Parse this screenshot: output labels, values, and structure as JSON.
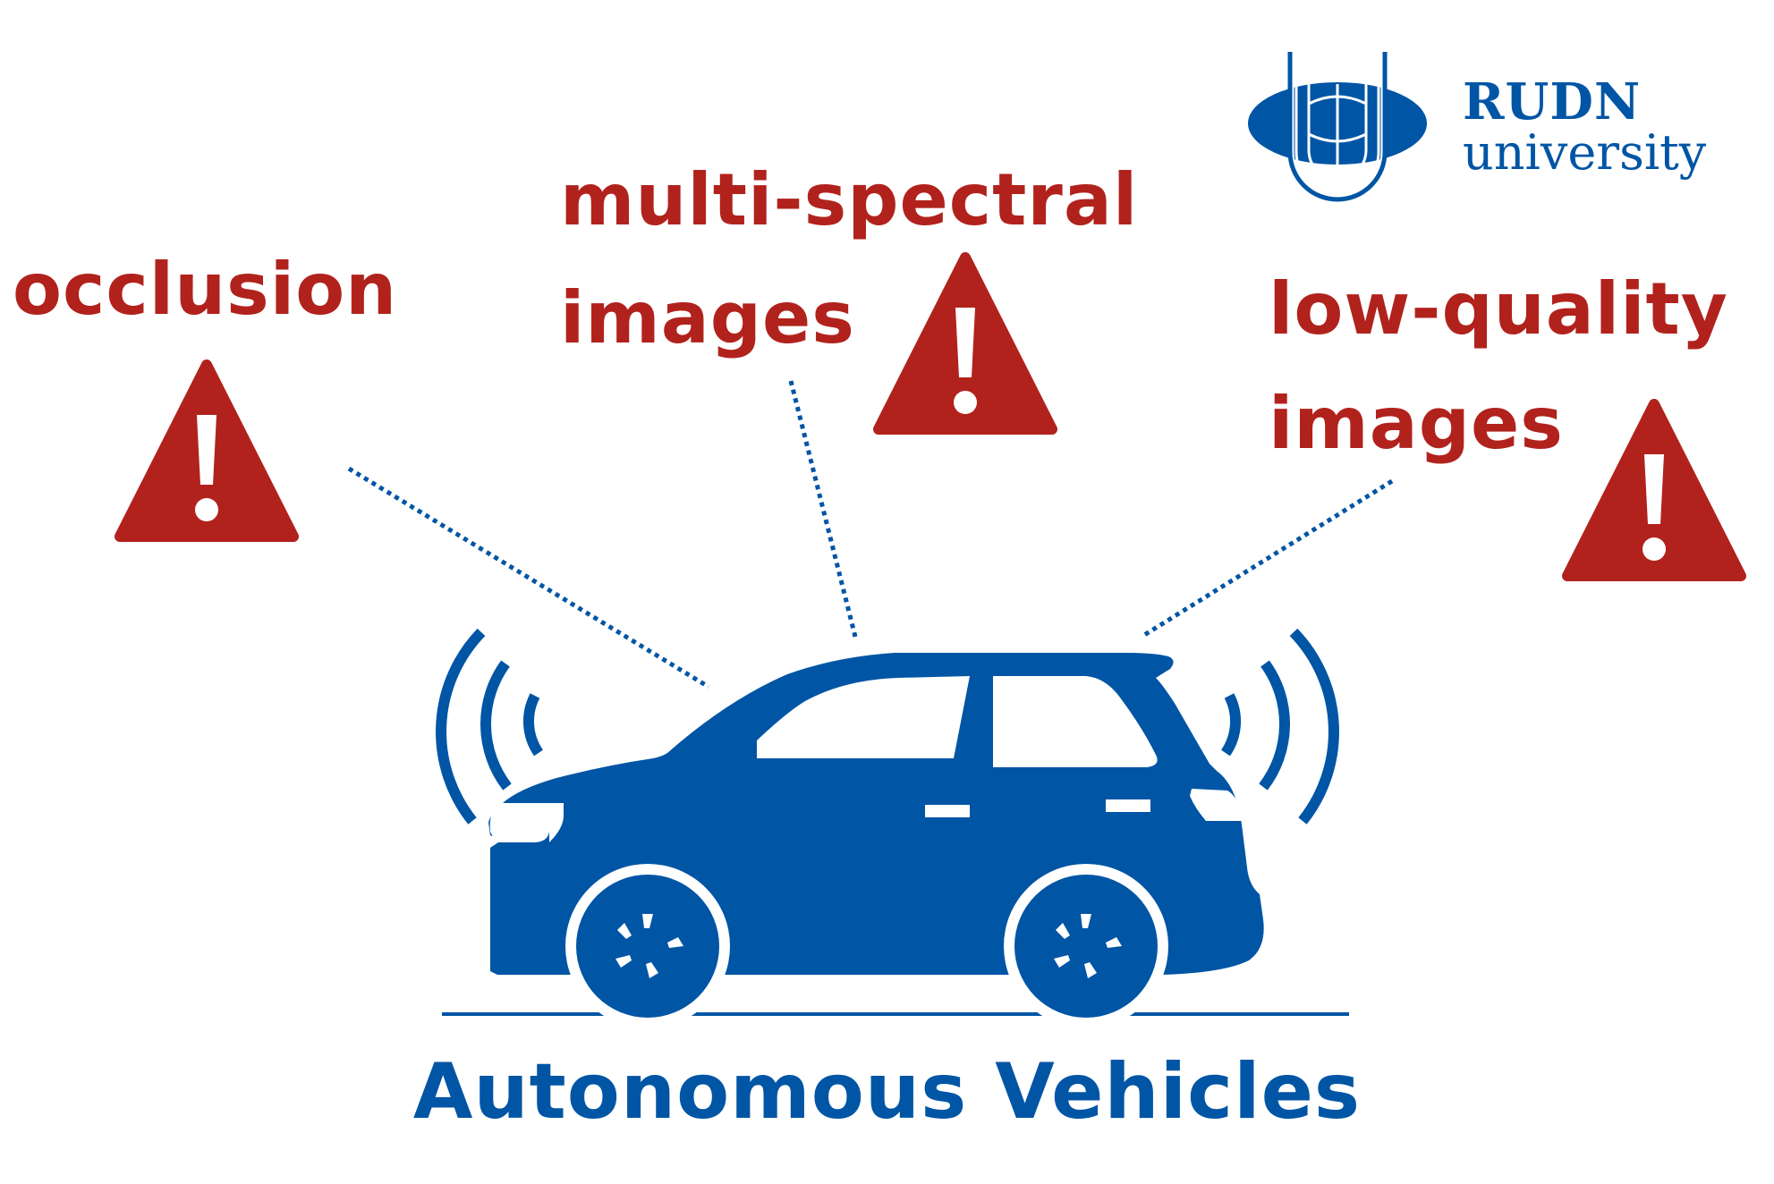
{
  "colors": {
    "hazard_red": "#b1221d",
    "brand_blue": "#0055a5",
    "background": "#ffffff"
  },
  "challenges": [
    {
      "id": "occlusion",
      "lines": [
        "occlusion"
      ]
    },
    {
      "id": "multi-spectral",
      "lines": [
        "multi-spectral",
        "images"
      ]
    },
    {
      "id": "low-quality",
      "lines": [
        "low-quality",
        "images"
      ]
    }
  ],
  "icons": {
    "hazard": "warning-triangle-exclamation",
    "vehicle": "car-side-silhouette",
    "sensor_waves": "signal-arcs",
    "logo": "rudn-globe-emblem"
  },
  "logo": {
    "name": "RUDN",
    "subtitle": "university"
  },
  "caption": "Autonomous Vehicles"
}
